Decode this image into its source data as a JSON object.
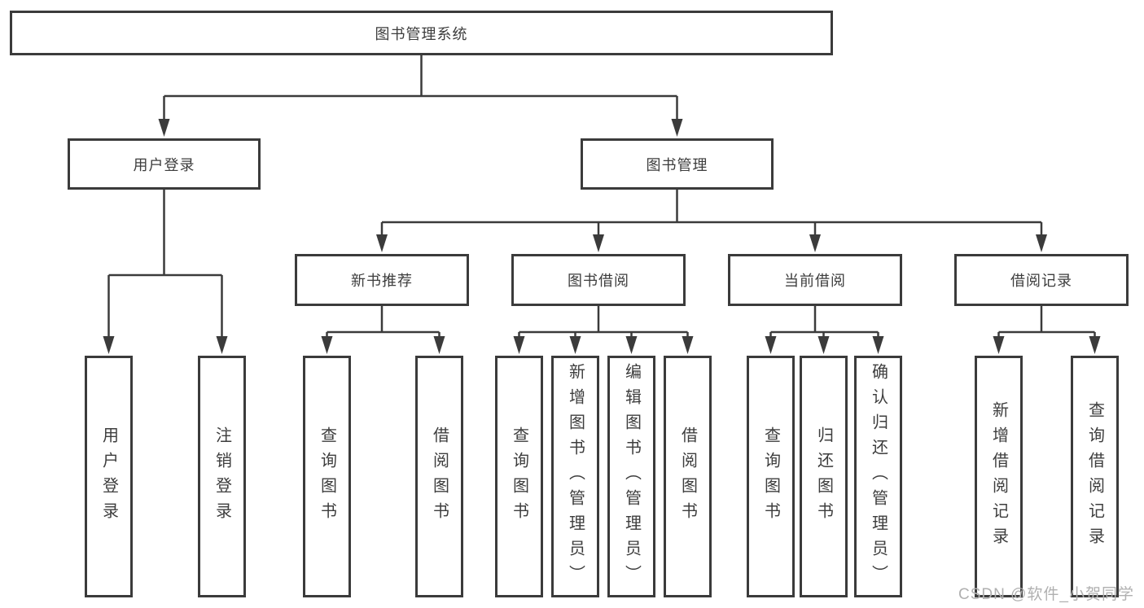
{
  "tree": {
    "label": "图书管理系统",
    "children": [
      {
        "label": "用户登录",
        "children": [
          {
            "label": "用户登录"
          },
          {
            "label": "注销登录"
          }
        ]
      },
      {
        "label": "图书管理",
        "children": [
          {
            "label": "新书推荐",
            "children": [
              {
                "label": "查询图书"
              },
              {
                "label": "借阅图书"
              }
            ]
          },
          {
            "label": "图书借阅",
            "children": [
              {
                "label": "查询图书"
              },
              {
                "label": "新增图书（管理员）"
              },
              {
                "label": "编辑图书（管理员）"
              },
              {
                "label": "借阅图书"
              }
            ]
          },
          {
            "label": "当前借阅",
            "children": [
              {
                "label": "查询图书"
              },
              {
                "label": "归还图书"
              },
              {
                "label": "确认归还（管理员）"
              }
            ]
          },
          {
            "label": "借阅记录",
            "children": [
              {
                "label": "新增借阅记录"
              },
              {
                "label": "查询借阅记录"
              }
            ]
          }
        ]
      }
    ]
  },
  "watermark": "CSDN @软件_小贺同学",
  "colors": {
    "line": "#3b3b3b",
    "box_border": "#3b3b3b",
    "text": "#3d3d3d",
    "watermark": "#b0b0b0",
    "background": "#ffffff"
  }
}
